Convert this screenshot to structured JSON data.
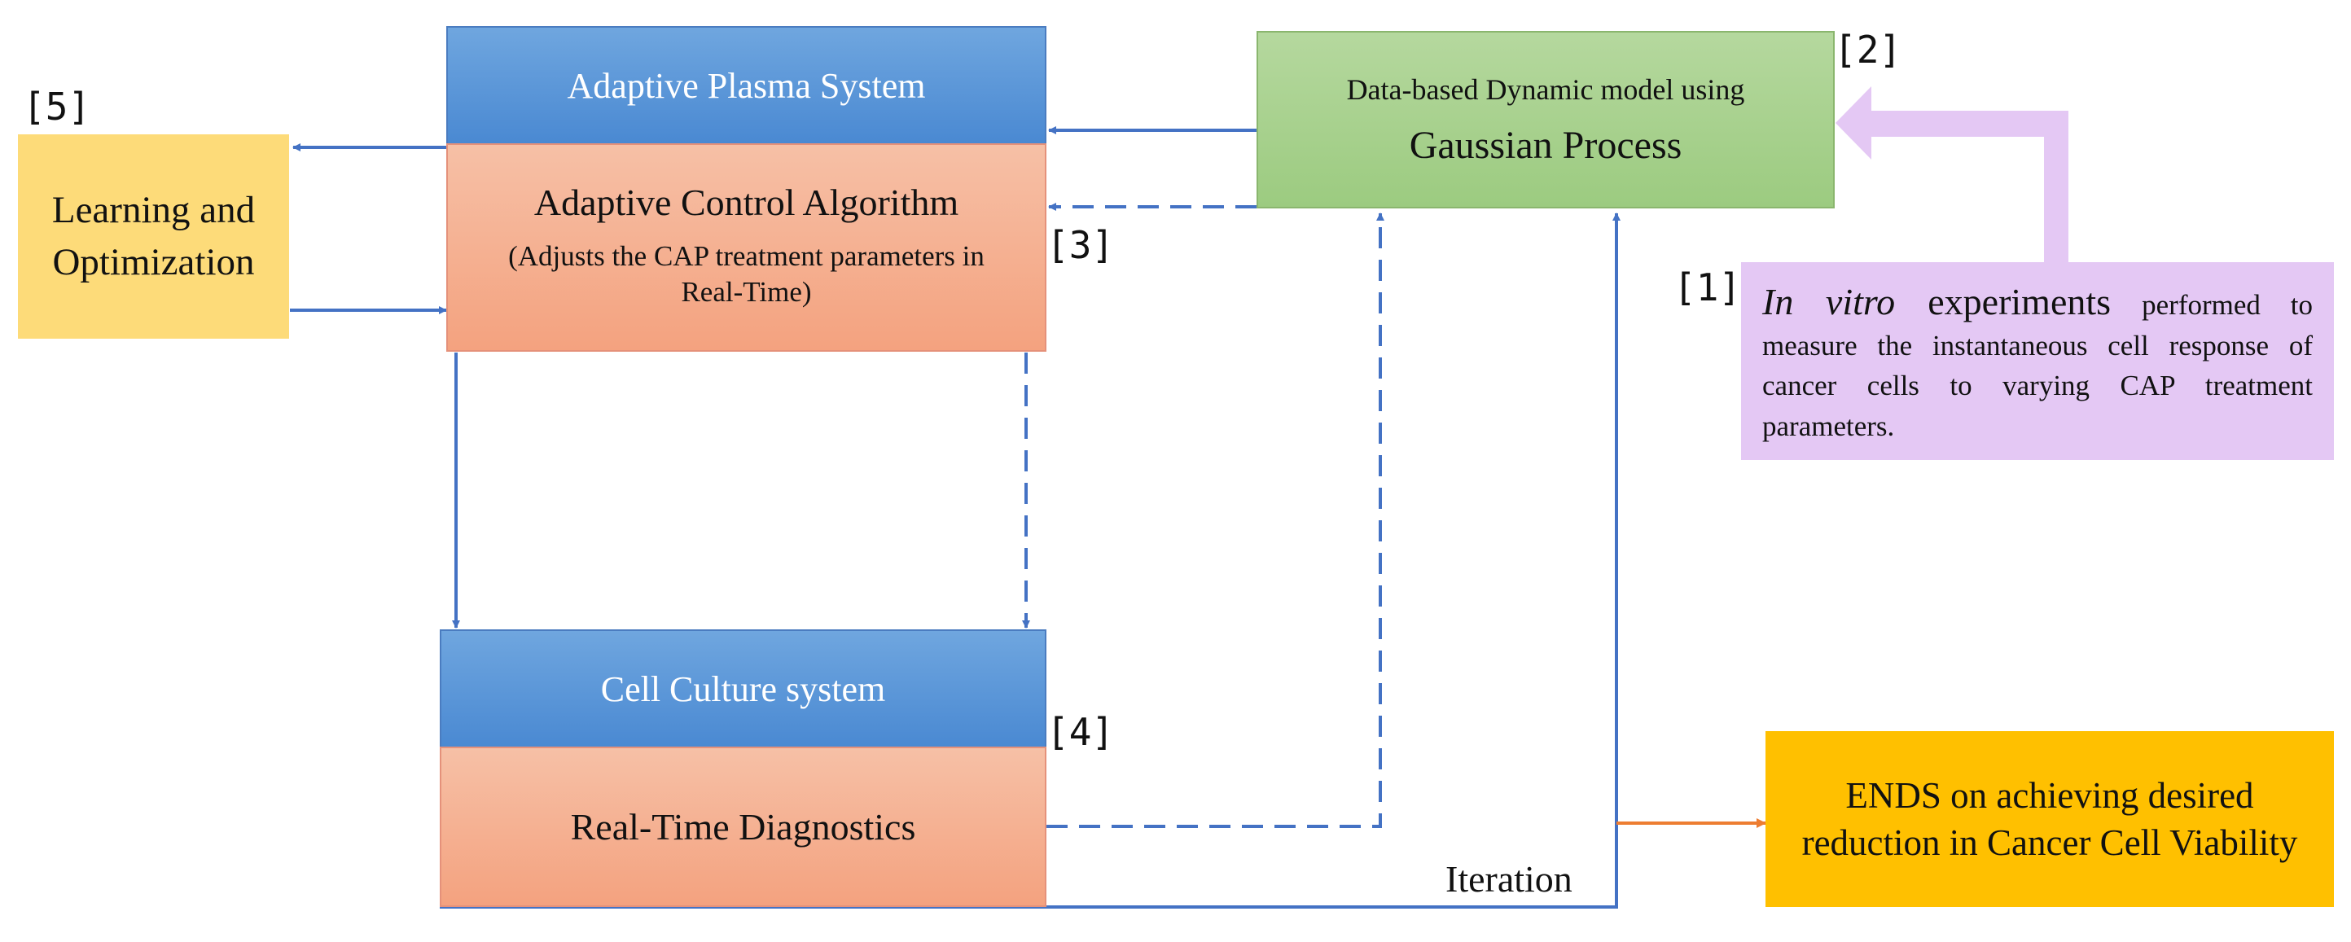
{
  "colors": {
    "blue_header": "#4a89d2",
    "salmon": "#f4a27f",
    "green": "#a9d08e",
    "yellow": "#fddb79",
    "orange": "#ffc000",
    "lavender": "#e4c8f4",
    "line_blue": "#4472c4",
    "line_orange": "#ed7d31"
  },
  "plasma": {
    "title": "Adaptive Plasma System",
    "algo_title": "Adaptive Control Algorithm",
    "algo_sub": "(Adjusts the CAP treatment parameters in Real-Time)"
  },
  "model": {
    "line1": "Data-based Dynamic model using",
    "line2": "Gaussian Process"
  },
  "learning": {
    "label": "Learning and Optimization"
  },
  "culture": {
    "title": "Cell Culture system",
    "diag": "Real-Time Diagnostics"
  },
  "experiments": {
    "italic": "In vitro",
    "bold": "experiments",
    "rest": "performed to measure the instantaneous cell response of cancer cells to varying CAP treatment parameters."
  },
  "ends": {
    "label": "ENDS on achieving desired reduction in Cancer Cell Viability"
  },
  "iteration": "Iteration",
  "markers": {
    "m1": "[1]",
    "m2": "[2]",
    "m3": "[3]",
    "m4": "[4]",
    "m5": "[5]"
  }
}
